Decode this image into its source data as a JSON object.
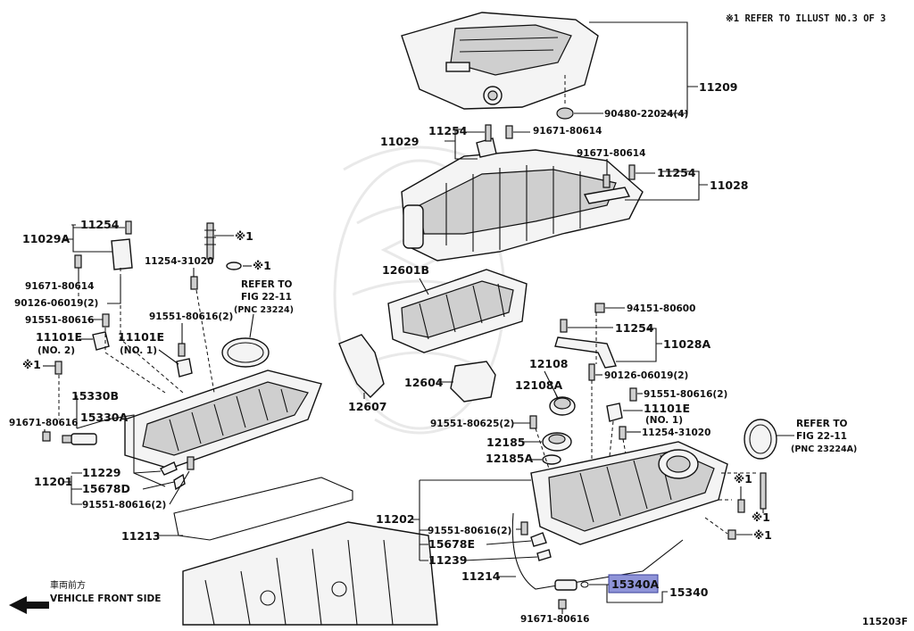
{
  "header_note": "※1 REFER TO ILLUST NO.3 OF 3",
  "figure_code": "115203F",
  "direction": {
    "japanese": "車両前方",
    "english": "VEHICLE FRONT SIDE"
  },
  "highlight_color": "#8f94d8",
  "parts": {
    "p11209": "11209",
    "p90480": "90480-22024(4)",
    "p11029": "11029",
    "p11254_a": "11254",
    "p91671_a": "91671-80614",
    "p91671_b": "91671-80614",
    "p11254_b": "11254",
    "p11028": "11028",
    "p11029A": "11029A",
    "p11254_c": "11254",
    "x1_a": "※1",
    "p11254_31020_a": "11254-31020",
    "x1_b": "※1",
    "p91671_c": "91671-80614",
    "p90126_a": "90126-06019(2)",
    "refer_left_1": "REFER TO",
    "refer_left_2": "FIG 22-11",
    "refer_left_3": "(PNC 23224)",
    "p12601B": "12601B",
    "p94151": "94151-80600",
    "p91551_a": "91551-80616",
    "p91551_b": "91551-80616(2)",
    "p11101E_no2": "11101E",
    "no2": "(NO. 2)",
    "p11101E_no1a": "11101E",
    "no1a": "(NO. 1)",
    "p11254_d": "11254",
    "p11028A": "11028A",
    "x1_c": "※1",
    "p90126_b": "90126-06019(2)",
    "p12108": "12108",
    "p12108A": "12108A",
    "p12604": "12604",
    "p15330B": "15330B",
    "p15330A": "15330A",
    "p91671_d": "91671-80616",
    "p12607": "12607",
    "p91551_c": "91551-80616(2)",
    "p11101E_no1b": "11101E",
    "no1b": "(NO. 1)",
    "p91551_80625": "91551-80625(2)",
    "p11254_31020_b": "11254-31020",
    "refer_right_1": "REFER TO",
    "refer_right_2": "FIG 22-11",
    "refer_right_3": "(PNC 23224A)",
    "p12185": "12185",
    "p12185A": "12185A",
    "p11229": "11229",
    "p11201": "11201",
    "p15678D": "15678D",
    "p91551_d": "91551-80616(2)",
    "x1_d": "※1",
    "p11202": "11202",
    "p91551_e": "91551-80616(2)",
    "x1_e": "※1",
    "p11213": "11213",
    "p15678E": "15678E",
    "x1_f": "※1",
    "p11239": "11239",
    "p11214": "11214",
    "p15340A": "15340A",
    "p15340": "15340",
    "p91671_e": "91671-80616"
  }
}
